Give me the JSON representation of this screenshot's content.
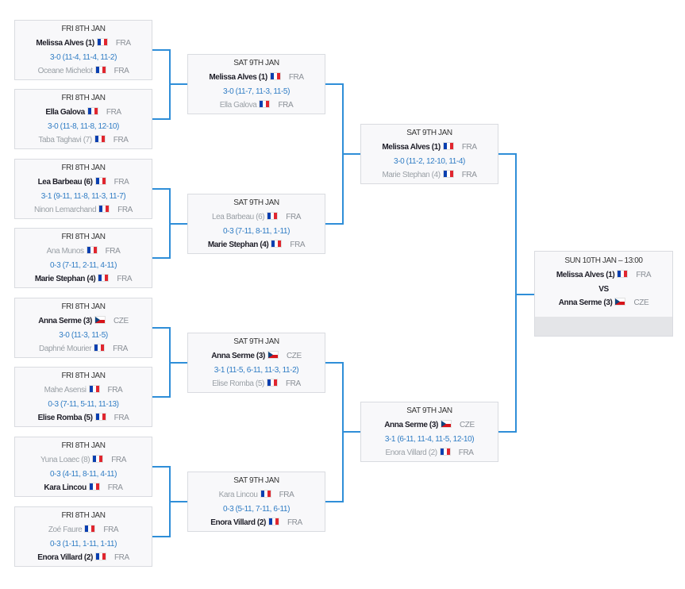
{
  "colors": {
    "winner": "#1e1e28",
    "loser": "#9aa0a6",
    "score": "#2f7cc4",
    "connector": "#2f8ed8"
  },
  "rounds": [
    {
      "name": "round-of-16",
      "matches": [
        {
          "date": "FRI 8TH JAN",
          "p1": {
            "name": "Melissa Alves (1)",
            "flag": "fr-flag-icon",
            "country": "FRA"
          },
          "score": "3-0  (11-4, 11-4, 11-2)",
          "p2": {
            "name": "Oceane Michelot",
            "flag": "fr-flag-icon",
            "country": "FRA"
          },
          "winner": 1
        },
        {
          "date": "FRI 8TH JAN",
          "p1": {
            "name": "Ella Galova",
            "flag": "fr-flag-icon",
            "country": "FRA"
          },
          "score": "3-0  (11-8, 11-8, 12-10)",
          "p2": {
            "name": "Taba Taghavi (7)",
            "flag": "fr-flag-icon",
            "country": "FRA"
          },
          "winner": 1
        },
        {
          "date": "FRI 8TH JAN",
          "p1": {
            "name": "Lea Barbeau (6)",
            "flag": "fr-flag-icon",
            "country": "FRA"
          },
          "score": "3-1  (9-11, 11-8, 11-3, 11-7)",
          "p2": {
            "name": "Ninon Lemarchand",
            "flag": "fr-flag-icon",
            "country": "FRA"
          },
          "winner": 1
        },
        {
          "date": "FRI 8TH JAN",
          "p1": {
            "name": "Ana Munos",
            "flag": "fr-flag-icon",
            "country": "FRA"
          },
          "score": "0-3  (7-11, 2-11, 4-11)",
          "p2": {
            "name": "Marie Stephan (4)",
            "flag": "fr-flag-icon",
            "country": "FRA"
          },
          "winner": 2
        },
        {
          "date": "FRI 8TH JAN",
          "p1": {
            "name": "Anna Serme (3)",
            "flag": "cz-flag-icon",
            "country": "CZE"
          },
          "score": "3-0  (11-3, 11-5)",
          "p2": {
            "name": "Daphné Mourier",
            "flag": "fr-flag-icon",
            "country": "FRA"
          },
          "winner": 1
        },
        {
          "date": "FRI 8TH JAN",
          "p1": {
            "name": "Mahe Asensi",
            "flag": "fr-flag-icon",
            "country": "FRA"
          },
          "score": "0-3  (7-11, 5-11, 11-13)",
          "p2": {
            "name": "Elise Romba (5)",
            "flag": "fr-flag-icon",
            "country": "FRA"
          },
          "winner": 2
        },
        {
          "date": "FRI 8TH JAN",
          "p1": {
            "name": "Yuna Loaec (8)",
            "flag": "fr-flag-icon",
            "country": "FRA"
          },
          "score": "0-3  (4-11, 8-11, 4-11)",
          "p2": {
            "name": "Kara Lincou",
            "flag": "fr-flag-icon",
            "country": "FRA"
          },
          "winner": 2
        },
        {
          "date": "FRI 8TH JAN",
          "p1": {
            "name": "Zoé Faure",
            "flag": "fr-flag-icon",
            "country": "FRA"
          },
          "score": "0-3  (1-11, 1-11, 1-11)",
          "p2": {
            "name": "Enora Villard (2)",
            "flag": "fr-flag-icon",
            "country": "FRA"
          },
          "winner": 2
        }
      ]
    },
    {
      "name": "quarter-finals",
      "matches": [
        {
          "date": "SAT 9TH JAN",
          "p1": {
            "name": "Melissa Alves (1)",
            "flag": "fr-flag-icon",
            "country": "FRA"
          },
          "score": "3-0  (11-7, 11-3, 11-5)",
          "p2": {
            "name": "Ella Galova",
            "flag": "fr-flag-icon",
            "country": "FRA"
          },
          "winner": 1
        },
        {
          "date": "SAT 9TH JAN",
          "p1": {
            "name": "Lea Barbeau (6)",
            "flag": "fr-flag-icon",
            "country": "FRA"
          },
          "score": "0-3  (7-11, 8-11, 1-11)",
          "p2": {
            "name": "Marie Stephan (4)",
            "flag": "fr-flag-icon",
            "country": "FRA"
          },
          "winner": 2
        },
        {
          "date": "SAT 9TH JAN",
          "p1": {
            "name": "Anna Serme (3)",
            "flag": "cz-flag-icon",
            "country": "CZE"
          },
          "score": "3-1  (11-5, 6-11, 11-3, 11-2)",
          "p2": {
            "name": "Elise Romba (5)",
            "flag": "fr-flag-icon",
            "country": "FRA"
          },
          "winner": 1
        },
        {
          "date": "SAT 9TH JAN",
          "p1": {
            "name": "Kara Lincou",
            "flag": "fr-flag-icon",
            "country": "FRA"
          },
          "score": "0-3  (5-11, 7-11, 6-11)",
          "p2": {
            "name": "Enora Villard (2)",
            "flag": "fr-flag-icon",
            "country": "FRA"
          },
          "winner": 2
        }
      ]
    },
    {
      "name": "semi-finals",
      "matches": [
        {
          "date": "SAT 9TH JAN",
          "p1": {
            "name": "Melissa Alves (1)",
            "flag": "fr-flag-icon",
            "country": "FRA"
          },
          "score": "3-0  (11-2, 12-10, 11-4)",
          "p2": {
            "name": "Marie Stephan (4)",
            "flag": "fr-flag-icon",
            "country": "FRA"
          },
          "winner": 1
        },
        {
          "date": "SAT 9TH JAN",
          "p1": {
            "name": "Anna Serme (3)",
            "flag": "cz-flag-icon",
            "country": "CZE"
          },
          "score": "3-1  (6-11, 11-4, 11-5, 12-10)",
          "p2": {
            "name": "Enora Villard (2)",
            "flag": "fr-flag-icon",
            "country": "FRA"
          },
          "winner": 1
        }
      ]
    }
  ],
  "final": {
    "date": "SUN 10TH JAN – 13:00",
    "p1": {
      "name": "Melissa Alves (1)",
      "flag": "fr-flag-icon",
      "country": "FRA"
    },
    "vs": "VS",
    "p2": {
      "name": "Anna Serme (3)",
      "flag": "cz-flag-icon",
      "country": "CZE"
    }
  }
}
